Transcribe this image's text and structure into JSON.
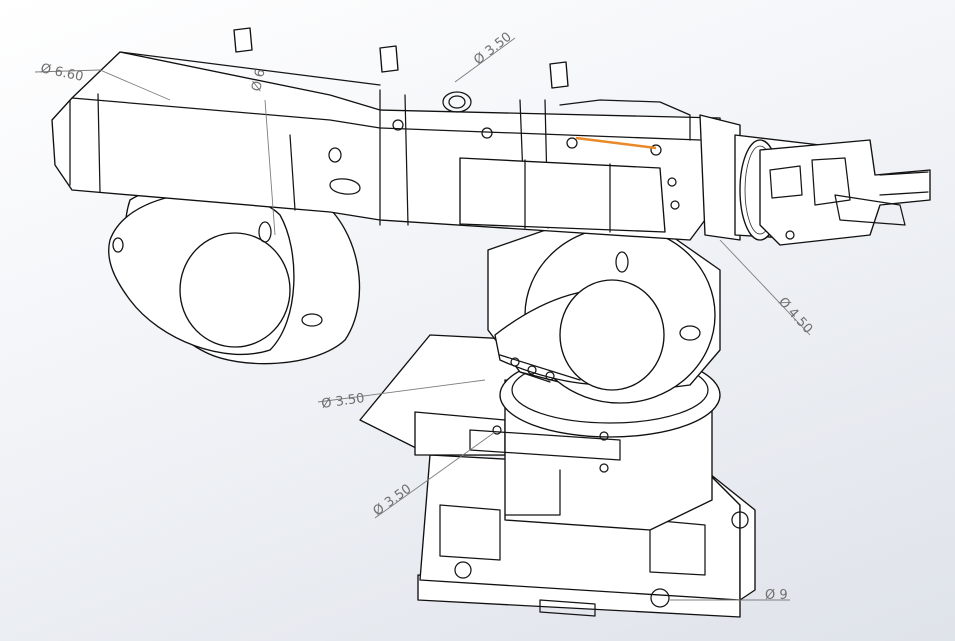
{
  "dimensions": [
    {
      "id": "dim-arm-outer",
      "text": "Ø 6.60"
    },
    {
      "id": "dim-arm-hole",
      "text": "Ø 6"
    },
    {
      "id": "dim-top-hole",
      "text": "Ø 3.50"
    },
    {
      "id": "dim-wrist",
      "text": "Ø 4.50"
    },
    {
      "id": "dim-base-flange",
      "text": "Ø 3.50"
    },
    {
      "id": "dim-base-hole",
      "text": "Ø 3.50"
    },
    {
      "id": "dim-foot-hole",
      "text": "Ø 9"
    }
  ],
  "colors": {
    "background": "#e6e9ef",
    "edge": "#151515",
    "dimension": "#7d7d7d",
    "highlight": "#e8892a"
  }
}
